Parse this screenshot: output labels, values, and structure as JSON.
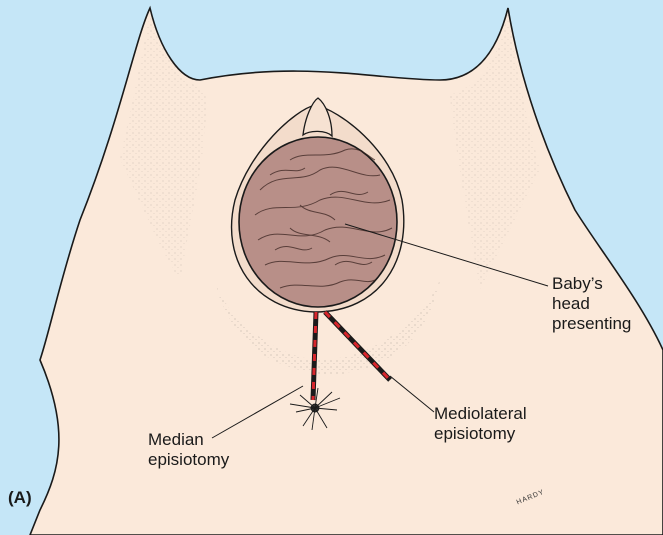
{
  "figure": {
    "panel_label": "(A)",
    "signature": "HARDY"
  },
  "labels": {
    "baby_head": "Baby’s\nhead\npresenting",
    "mediolateral": "Mediolateral\nepisiotomy",
    "median": "Median\nepisiotomy"
  },
  "colors": {
    "background": "#c5e6f7",
    "skin": "#fbe9da",
    "outline": "#1a1a1a",
    "incision": "#d7262c",
    "head_fill": "#b88f88"
  }
}
